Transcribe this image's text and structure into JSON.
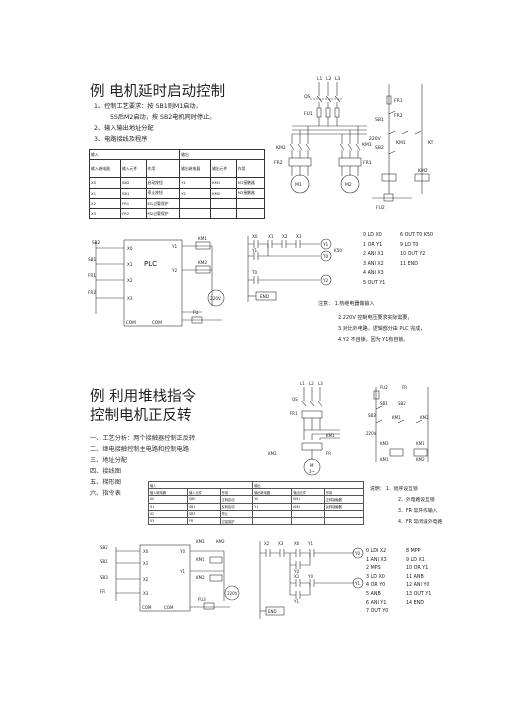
{
  "slide1": {
    "title": "例 电机延时启动控制",
    "bullets": [
      "1、控制工艺要求：按 SB1则M1启动，",
      "5S后M2启动，按 SB2电机同时停止。",
      "2、输入输出地址分配",
      "3、电路接线及程序"
    ],
    "io_table": {
      "group_headers": [
        "输入",
        "输出"
      ],
      "sub_headers": [
        "输入继电器",
        "输入元件",
        "作用",
        "输出继电器",
        "输出元件",
        "作用"
      ],
      "rows": [
        [
          "X0",
          "SB2",
          "启动按钮",
          "Y1",
          "KM1",
          "M1接触器"
        ],
        [
          "X1",
          "SB1",
          "停止按钮",
          "Y2",
          "KM2",
          "M2接触器"
        ],
        [
          "X2",
          "FR1",
          "M1过载保护",
          "",
          "",
          ""
        ],
        [
          "X3",
          "FR2",
          "M2过载保护",
          "",
          "",
          ""
        ]
      ]
    },
    "power": {
      "phases": [
        "L1",
        "L2",
        "L3"
      ],
      "labels": [
        "QS",
        "FU1",
        "KM1",
        "KM2",
        "FR1",
        "FR2",
        "M1",
        "M2"
      ]
    },
    "control": {
      "labels": [
        "FR1",
        "FR2",
        "SB1",
        "220V",
        "SB2",
        "KM1",
        "KT",
        "KM2",
        "FU2"
      ]
    },
    "plc": {
      "title": "PLC",
      "labels": [
        "SB2",
        "SB1",
        "FR1",
        "FR2",
        "X0",
        "X1",
        "X2",
        "X3",
        "Y1",
        "Y2",
        "KM1",
        "KM2",
        "COM",
        "COM",
        "220V",
        "FU"
      ]
    },
    "ladder": {
      "labels": [
        "X0",
        "X1",
        "X2",
        "X3",
        "Y1",
        "Y1",
        "T0",
        "K50",
        "T0",
        "Y2",
        "END"
      ]
    },
    "il": {
      "col1": [
        "0  LD  X0",
        "1  OR  Y1",
        "2  ANI  X1",
        "3  ANI  X2",
        "4  ANI  X3",
        "5  OUT  Y1"
      ],
      "col2": [
        "6  OUT T0  K50",
        "9  LD  T0",
        "10  OUT  Y2",
        "11  END"
      ]
    },
    "notes": [
      "注意：   1.热继电器做输入",
      "2.220V 控制电压要求实际需要，",
      "3.对比外电路，逻辑部分由      PLC 完成，",
      "4.Y2 不自锁，因为  Y1有自锁。"
    ]
  },
  "slide2": {
    "title_lines": [
      "例   利用堆栈指令",
      "控制电机正反转"
    ],
    "bullets": [
      "一、工艺分析：两个接触器控制正反转",
      "二、继电接触控制主电路和控制电路",
      "三、地址分配",
      "四、接线图",
      "五、梯形图",
      "六、指令表"
    ],
    "io_table": {
      "group_headers": [
        "输入",
        "输出"
      ],
      "sub_headers": [
        "输入继电器",
        "输入元件",
        "作用",
        "输出继电器",
        "输出元件",
        "作用"
      ],
      "rows": [
        [
          "X0",
          "SB0",
          "正转启动",
          "Y0",
          "KM1",
          "正转接触器"
        ],
        [
          "X1",
          "SB1",
          "反转启动",
          "Y1",
          "KM2",
          "反转接触器"
        ],
        [
          "X2",
          "SB3",
          "停止",
          "",
          "",
          ""
        ],
        [
          "X3",
          "FR",
          "过载保护",
          "",
          "",
          ""
        ]
      ]
    },
    "power": {
      "phases": [
        "L1",
        "L2",
        "L3"
      ],
      "labels": [
        "QS",
        "FR1",
        "KM1",
        "KM2",
        "FR",
        "M",
        "3~"
      ]
    },
    "control": {
      "labels": [
        "FU2",
        "FR",
        "SB1",
        "SB2",
        "KM1",
        "SB3",
        "KM2",
        "220V",
        "KM2",
        "KM1",
        "KM1",
        "KM2"
      ]
    },
    "plc": {
      "labels": [
        "SB2",
        "SB1",
        "SB3",
        "FR",
        "X0",
        "X1",
        "X2",
        "X3",
        "Y0",
        "Y1",
        "KM1",
        "KM2",
        "KM1",
        "KM2",
        "COM",
        "COM",
        "220V",
        "FU3"
      ]
    },
    "ladder": {
      "labels": [
        "X2",
        "X3",
        "X0",
        "Y1",
        "Y0",
        "Y0",
        "X1",
        "Y0",
        "Y1",
        "Y1",
        "END"
      ]
    },
    "notes": [
      "说明：    1．程序设互锁",
      "2．外电路设互锁",
      "3．FR 常开作输入",
      "4．FR 常闭设外电路"
    ],
    "il": {
      "col1": [
        "0  LDI X2",
        "1  ANI  X3",
        "2  MPS",
        "3  LD  X0",
        "4  OR  Y0",
        "5  ANB",
        "6  ANI  Y1",
        "7  OUT  Y0"
      ],
      "col2": [
        "8     MPP",
        "9  LD   X1",
        "10  OR  Y1",
        "11  ANB",
        "12  ANI  Y0",
        "13  OUT  Y1",
        "14  END"
      ]
    }
  }
}
